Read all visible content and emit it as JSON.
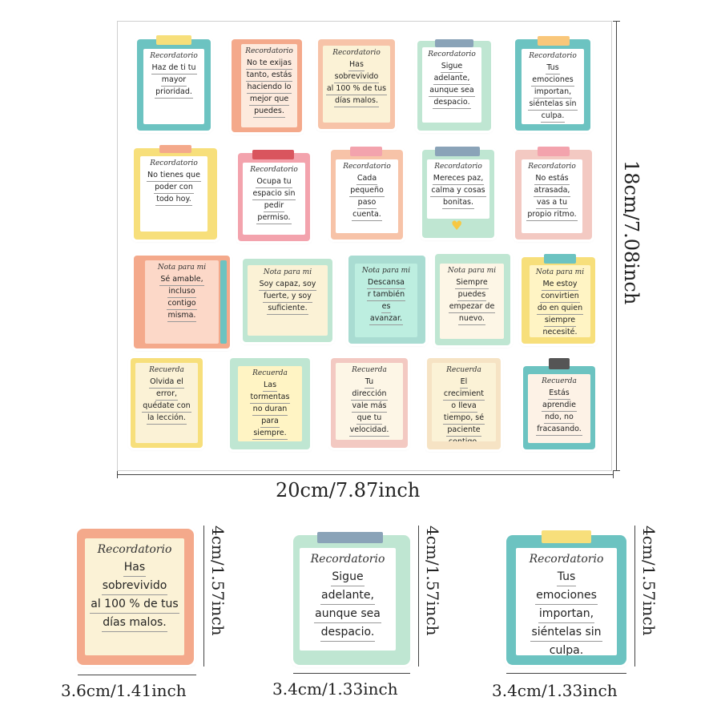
{
  "sheet_label_width": "20cm/7.87inch",
  "sheet_label_height": "18cm/7.08inch",
  "colors": {
    "teal": "#6cc3c1",
    "peach": "#f4a98b",
    "yellow": "#f7df7b",
    "pink": "#f3a3ad",
    "mint": "#bfe6d2",
    "blue": "#a9c7d6",
    "cream": "#fbf2d6",
    "orange": "#f9c77a"
  },
  "stickers": [
    {
      "id": "s1",
      "head": "Recordatorio",
      "lines": [
        "Haz de ti tu",
        "mayor",
        "prioridad."
      ]
    },
    {
      "id": "s2",
      "head": "Recordatorio",
      "lines": [
        "No te exijas",
        "tanto, estás",
        "haciendo lo",
        "mejor que",
        "puedes."
      ]
    },
    {
      "id": "s3",
      "head": "Recordatorio",
      "lines": [
        "Has",
        "sobrevivido",
        "al 100 % de tus",
        "días malos."
      ]
    },
    {
      "id": "s4",
      "head": "Recordatorio",
      "lines": [
        "Sigue",
        "adelante,",
        "aunque sea",
        "despacio."
      ]
    },
    {
      "id": "s5",
      "head": "Recordatorio",
      "lines": [
        "Tus",
        "emociones",
        "importan,",
        "siéntelas sin",
        "culpa."
      ]
    },
    {
      "id": "s6",
      "head": "Recordatorio",
      "lines": [
        "No tienes que",
        "poder con",
        "todo hoy."
      ]
    },
    {
      "id": "s7",
      "head": "Recordatorio",
      "lines": [
        "Ocupa tu",
        "espacio sin",
        "pedir",
        "permiso."
      ]
    },
    {
      "id": "s8",
      "head": "Recordatorio",
      "lines": [
        "Cada",
        "pequeño",
        "paso",
        "cuenta."
      ]
    },
    {
      "id": "s9",
      "head": "Recordatorio",
      "lines": [
        "Mereces paz,",
        "calma y cosas",
        "bonitas."
      ]
    },
    {
      "id": "s10",
      "head": "Recordatorio",
      "lines": [
        "No estás",
        "atrasada,",
        "vas a tu",
        "propio ritmo."
      ]
    },
    {
      "id": "s11",
      "head": "Nota para mi",
      "lines": [
        "Sé amable,",
        "incluso",
        "contigo",
        "misma."
      ]
    },
    {
      "id": "s12",
      "head": "Nota para mi",
      "lines": [
        "Soy capaz, soy",
        "fuerte, y soy",
        "suficiente."
      ]
    },
    {
      "id": "s13",
      "head": "Nota para mi",
      "lines": [
        "Descansa",
        "r también",
        "es",
        "avanzar."
      ]
    },
    {
      "id": "s14",
      "head": "Nota para mi",
      "lines": [
        "Siempre",
        "puedes",
        "empezar de",
        "nuevo."
      ]
    },
    {
      "id": "s15",
      "head": "Nota para mi",
      "lines": [
        "Me estoy",
        "convirtien",
        "do en quien",
        "siempre",
        "necesité."
      ]
    },
    {
      "id": "s16",
      "head": "Recuerda",
      "lines": [
        "Olvida el",
        "error,",
        "quédate con",
        "la lección."
      ]
    },
    {
      "id": "s17",
      "head": "Recuerda",
      "lines": [
        "Las",
        "tormentas",
        "no duran",
        "para",
        "siempre."
      ]
    },
    {
      "id": "s18",
      "head": "Recuerda",
      "lines": [
        "Tu",
        "dirección",
        "vale más",
        "que tu",
        "velocidad."
      ]
    },
    {
      "id": "s19",
      "head": "Recuerda",
      "lines": [
        "El",
        "crecimient",
        "o lleva",
        "tiempo, sé",
        "paciente",
        "contigo."
      ]
    },
    {
      "id": "s20",
      "head": "Recuerda",
      "lines": [
        "Estás",
        "aprendie",
        "ndo, no",
        "fracasando."
      ]
    }
  ],
  "samples": [
    {
      "id": "d1",
      "head": "Recordatorio",
      "lines": [
        "Has",
        "sobrevivido",
        "al 100 % de tus",
        "días malos."
      ],
      "label_w": "3.6cm/1.41inch",
      "label_h": "4cm/1.57inch"
    },
    {
      "id": "d2",
      "head": "Recordatorio",
      "lines": [
        "Sigue",
        "adelante,",
        "aunque sea",
        "despacio."
      ],
      "label_w": "3.4cm/1.33inch",
      "label_h": "4cm/1.57inch"
    },
    {
      "id": "d3",
      "head": "Recordatorio",
      "lines": [
        "Tus",
        "emociones",
        "importan,",
        "siéntelas sin",
        "culpa."
      ],
      "label_w": "3.4cm/1.33inch",
      "label_h": "4cm/1.57inch"
    }
  ]
}
